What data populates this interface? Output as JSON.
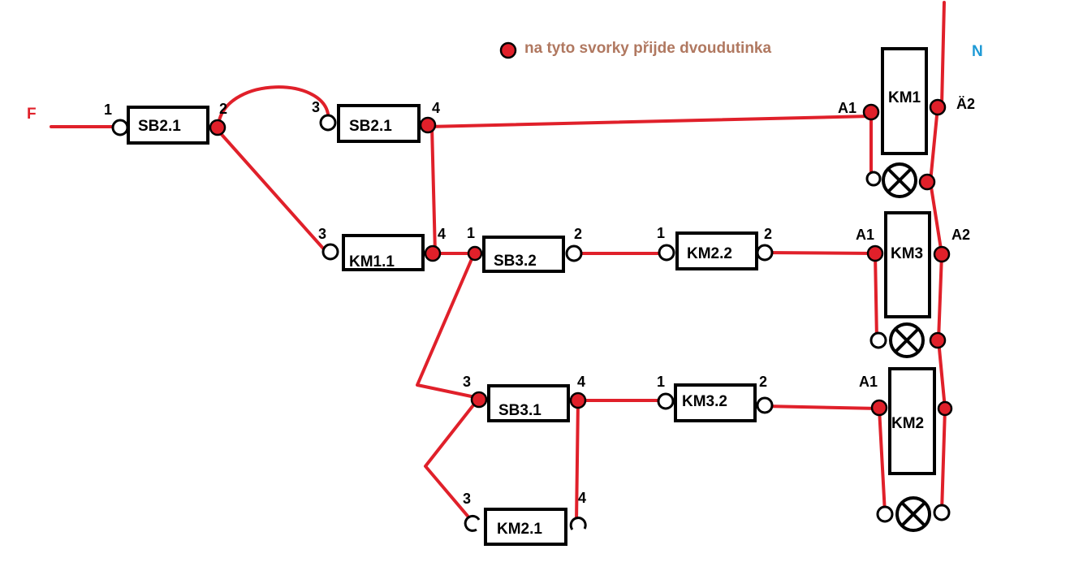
{
  "legend": {
    "text": "na tyto svorky přijde dvoudutinka",
    "icon": "red-terminal-dot",
    "color": "#b07860"
  },
  "supply": {
    "phase": "F",
    "neutral": "N",
    "phase_color": "#e0202a",
    "neutral_color": "#1e9ad6"
  },
  "wire_color": "#e0202a",
  "components": {
    "sb21_a": {
      "label": "SB2.1",
      "t1": "1",
      "t2": "2"
    },
    "sb21_b": {
      "label": "SB2.1",
      "t1": "3",
      "t2": "4"
    },
    "km11": {
      "label": "KM1.1",
      "t1": "3",
      "t2": "4"
    },
    "sb32": {
      "label": "SB3.2",
      "t1": "1",
      "t2": "2"
    },
    "km22": {
      "label": "KM2.2",
      "t1": "1",
      "t2": "2"
    },
    "sb31": {
      "label": "SB3.1",
      "t1": "3",
      "t2": "4"
    },
    "km32": {
      "label": "KM3.2",
      "t1": "1",
      "t2": "2"
    },
    "km21": {
      "label": "KM2.1",
      "t1": "3",
      "t2": "4"
    }
  },
  "coils": {
    "km1": {
      "label": "KM1",
      "a1": "A1",
      "a2": "Ä2"
    },
    "km3": {
      "label": "KM3",
      "a1": "A1",
      "a2": "A2"
    },
    "km2": {
      "label": "KM2",
      "a1": "A1"
    }
  }
}
